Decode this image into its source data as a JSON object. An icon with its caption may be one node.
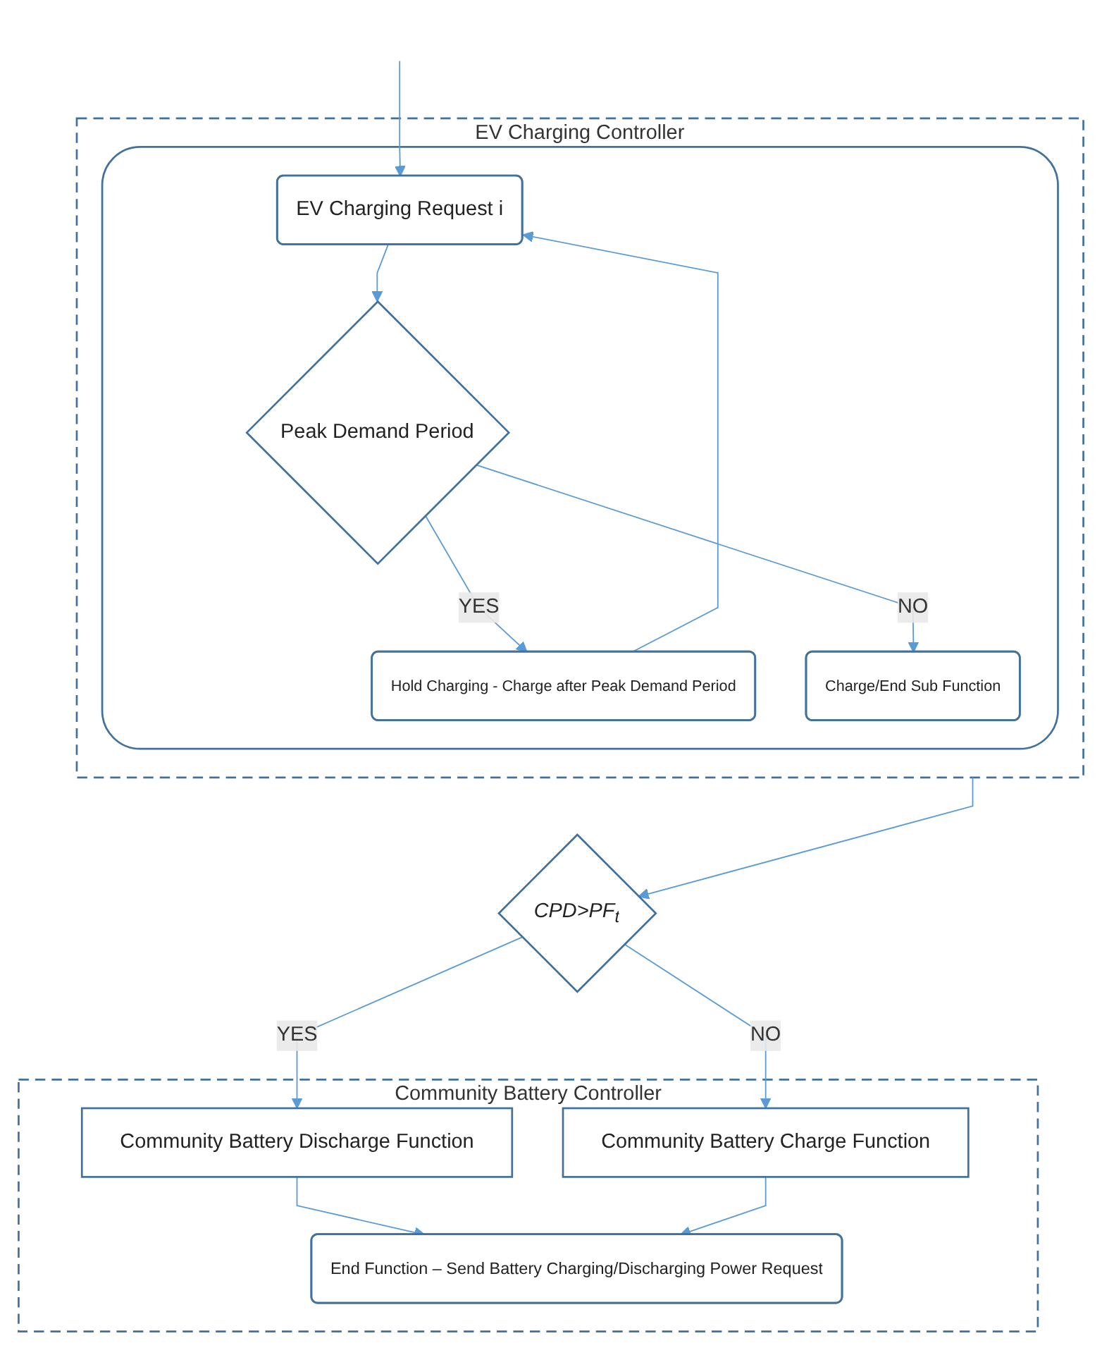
{
  "diagram": {
    "nodes": [
      {
        "text": [
          "EV Charging Controller"
        ]
      },
      {
        "text": [],
        "shape": "box",
        "in": 0
      },
      {
        "text": [
          "EV Charging Request i"
        ],
        "in": 1
      },
      {
        "text": [
          "Peak Demand Period"
        ],
        "in": 1
      },
      {
        "text": [
          "Hold Charging - Charge after Peak Demand Period"
        ],
        "in": 1
      },
      {
        "text": [
          "Charge/End Sub Function"
        ],
        "in": 1
      },
      {
        "text": [
          "CPD>PF$_{t}$"
        ]
      },
      {
        "text": [
          "Community Battery Controller"
        ]
      },
      {
        "text": [
          "Community Battery Discharge Function"
        ],
        "in": 7
      },
      {
        "text": [
          "Community Battery Charge Function"
        ],
        "in": 7
      },
      {
        "text": [
          "End Function – Send Battery Charging/Discharging Power Request"
        ],
        "in": 7
      }
    ],
    "edges": [
      {
        "from": null,
        "to": 2,
        "arrow": "to"
      },
      {
        "from": 2,
        "to": 3,
        "arrow": "to"
      },
      {
        "from": 3,
        "to": 4,
        "arrow": "to",
        "label": "YES"
      },
      {
        "from": 3,
        "to": 5,
        "arrow": "to",
        "label": "NO"
      },
      {
        "from": 4,
        "to": 2,
        "arrow": "to"
      },
      {
        "from": 0,
        "to": 6,
        "arrow": "to"
      },
      {
        "from": 6,
        "to": 8,
        "arrow": "to",
        "label": "YES"
      },
      {
        "from": 6,
        "to": 9,
        "arrow": "to",
        "label": "NO"
      },
      {
        "from": 8,
        "to": 10,
        "arrow": "to"
      },
      {
        "from": 9,
        "to": 10,
        "arrow": "to"
      }
    ]
  }
}
